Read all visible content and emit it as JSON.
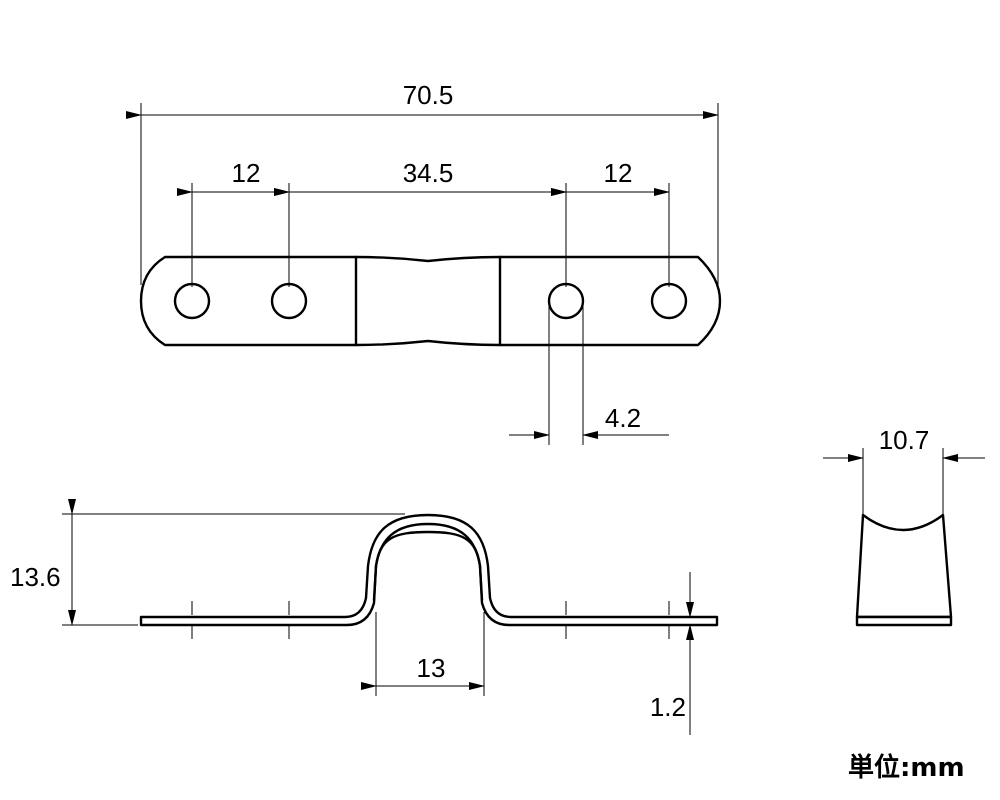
{
  "dimensions": {
    "overall_length": "70.5",
    "hole_pitch_left": "12",
    "hole_span_center": "34.5",
    "hole_pitch_right": "12",
    "hole_diameter": "4.2",
    "overall_height": "13.6",
    "inner_width": "13",
    "thickness": "1.2",
    "strap_width": "10.7"
  },
  "unit_label": "単位:mm"
}
